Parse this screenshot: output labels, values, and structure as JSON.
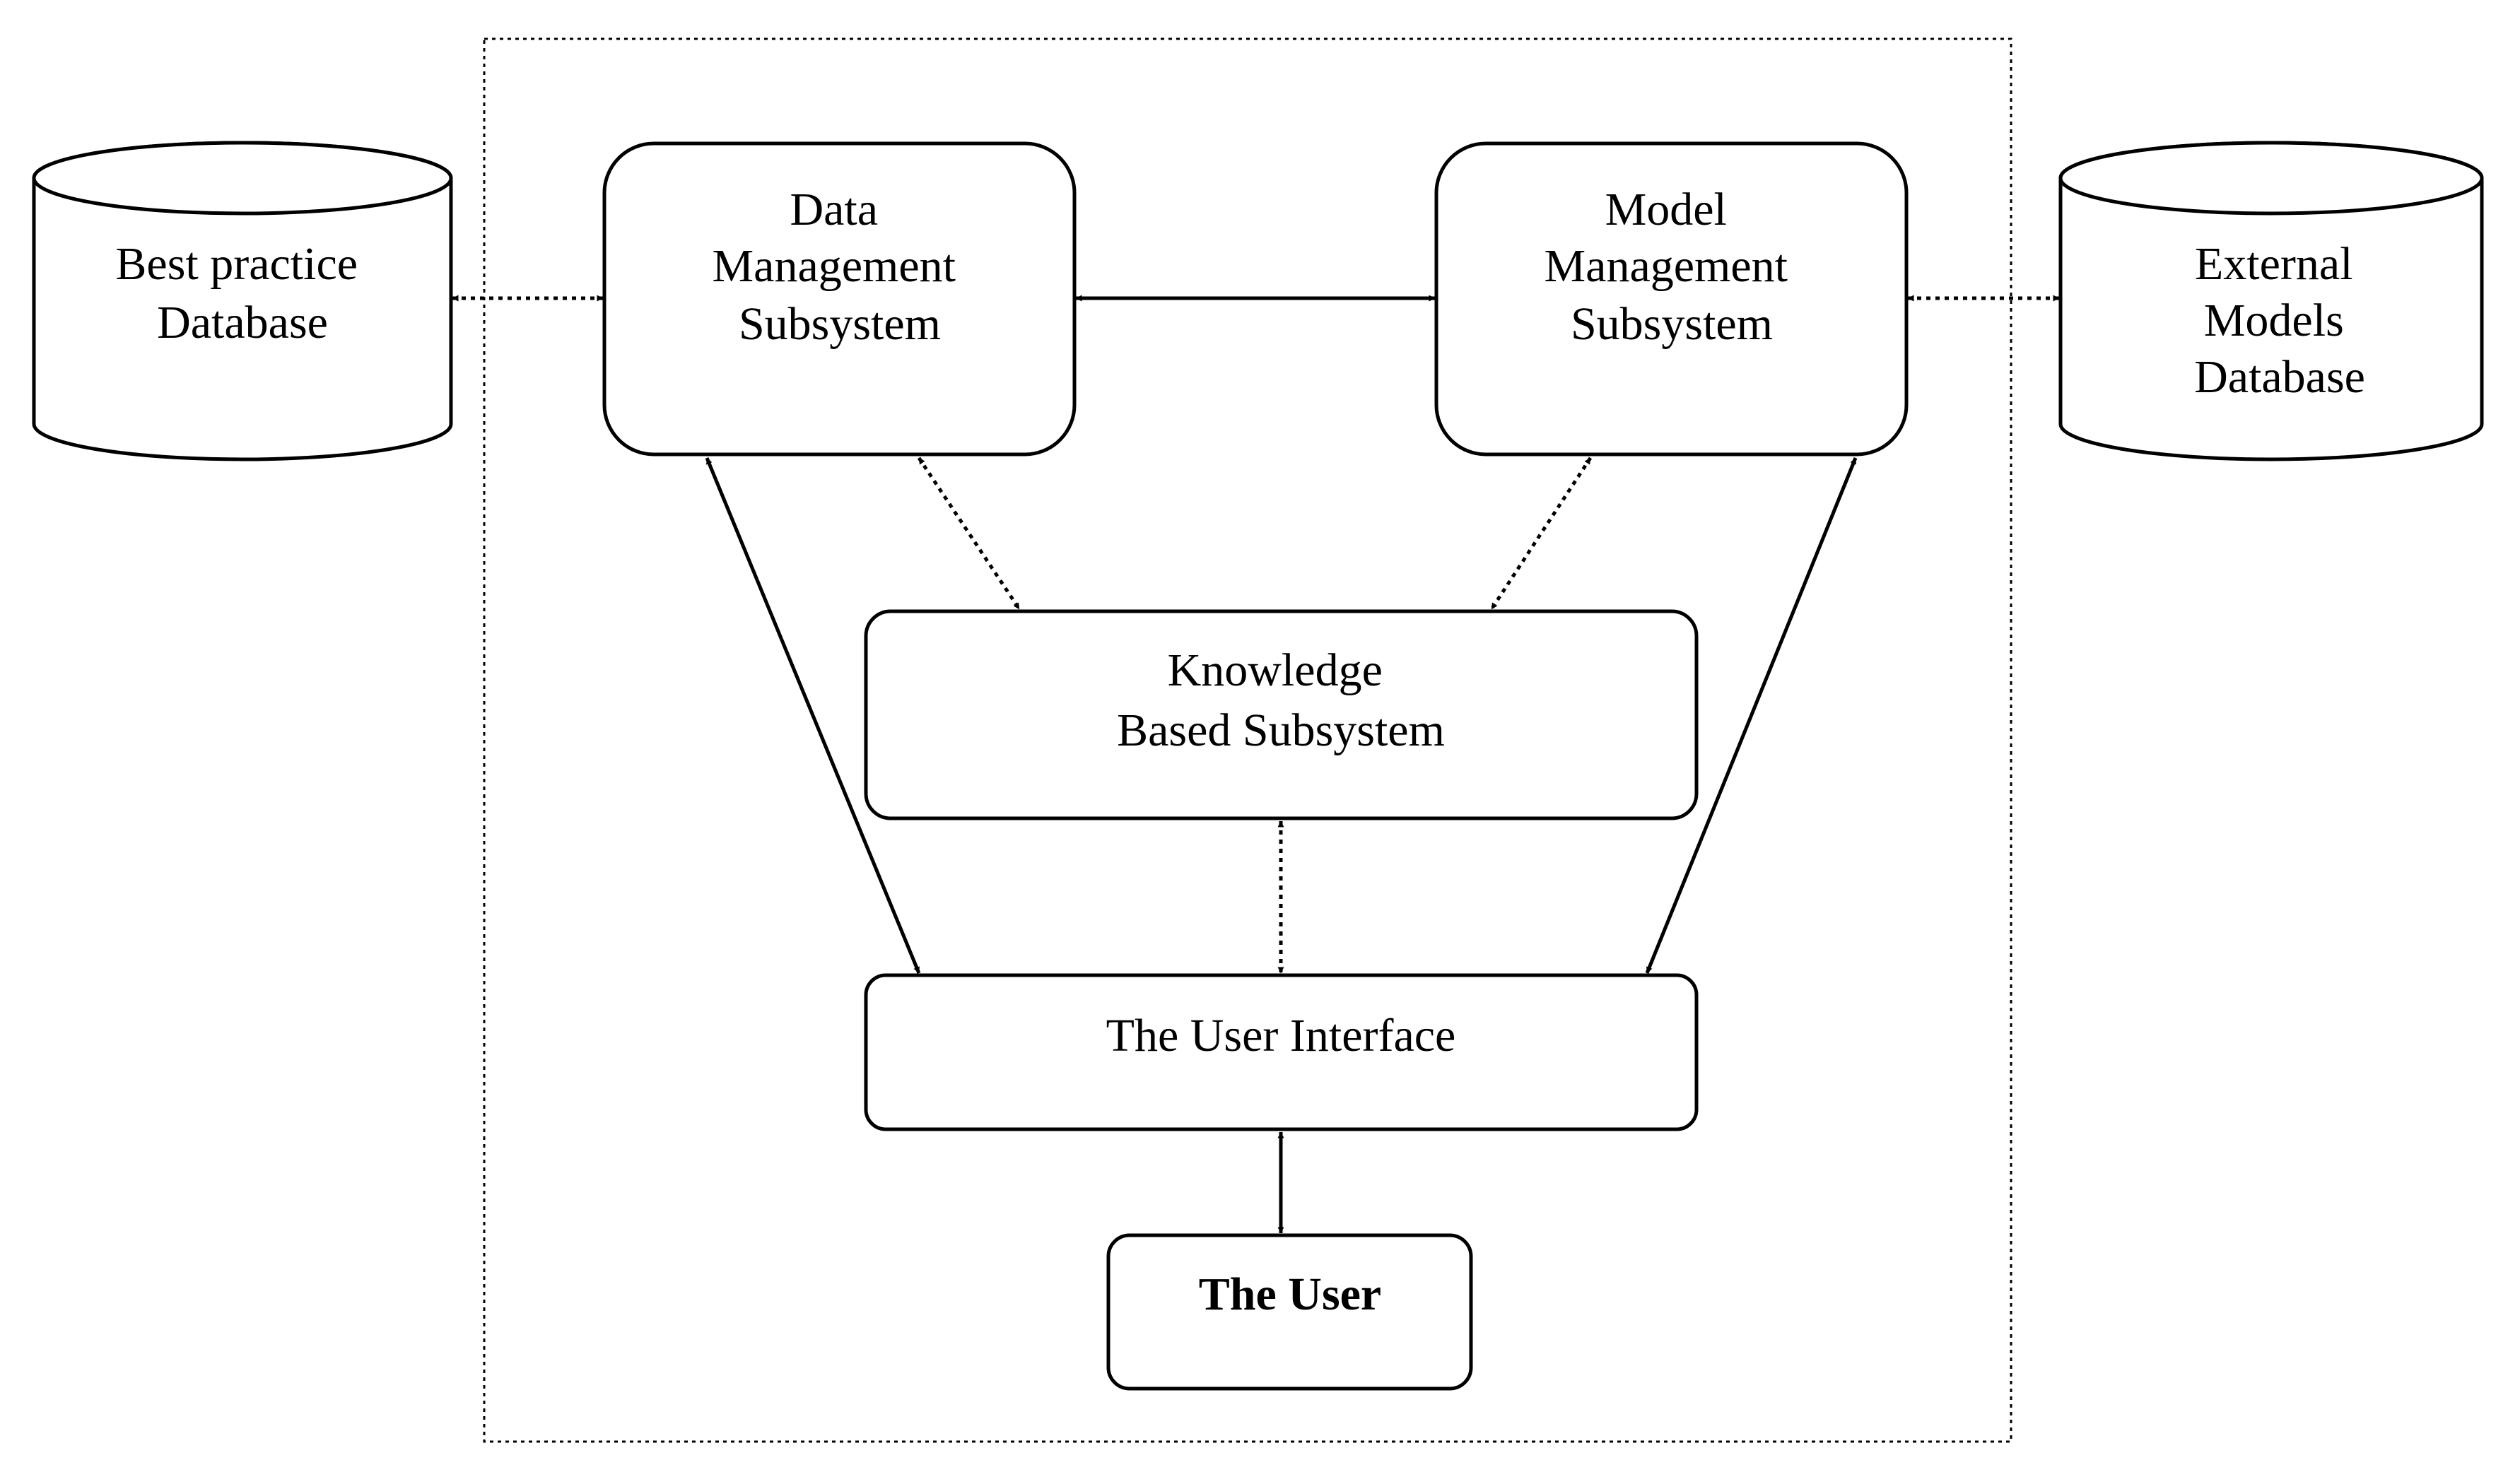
{
  "nodes": {
    "best_practice_db": {
      "lines": [
        "Best practice",
        "Database"
      ]
    },
    "external_models_db": {
      "lines": [
        "External",
        "Models",
        "Database"
      ]
    },
    "data_management": {
      "lines": [
        "Data",
        "Management",
        "Subsystem"
      ]
    },
    "model_management": {
      "lines": [
        "Model",
        "Management",
        "Subsystem"
      ]
    },
    "knowledge_based": {
      "lines": [
        "Knowledge",
        "Based Subsystem"
      ]
    },
    "user_interface": {
      "lines": [
        "The User Interface"
      ]
    },
    "the_user": {
      "lines": [
        "The User"
      ]
    }
  },
  "links": [
    {
      "from": "best_practice_db",
      "to": "data_management",
      "style": "dotted",
      "direction": "both"
    },
    {
      "from": "data_management",
      "to": "model_management",
      "style": "solid",
      "direction": "both"
    },
    {
      "from": "model_management",
      "to": "external_models_db",
      "style": "dotted",
      "direction": "both"
    },
    {
      "from": "data_management",
      "to": "knowledge_based",
      "style": "dotted",
      "direction": "both"
    },
    {
      "from": "model_management",
      "to": "knowledge_based",
      "style": "dotted",
      "direction": "both"
    },
    {
      "from": "data_management",
      "to": "user_interface",
      "style": "solid",
      "direction": "both"
    },
    {
      "from": "model_management",
      "to": "user_interface",
      "style": "solid",
      "direction": "both"
    },
    {
      "from": "knowledge_based",
      "to": "user_interface",
      "style": "dotted",
      "direction": "both"
    },
    {
      "from": "user_interface",
      "to": "the_user",
      "style": "solid",
      "direction": "both"
    }
  ]
}
